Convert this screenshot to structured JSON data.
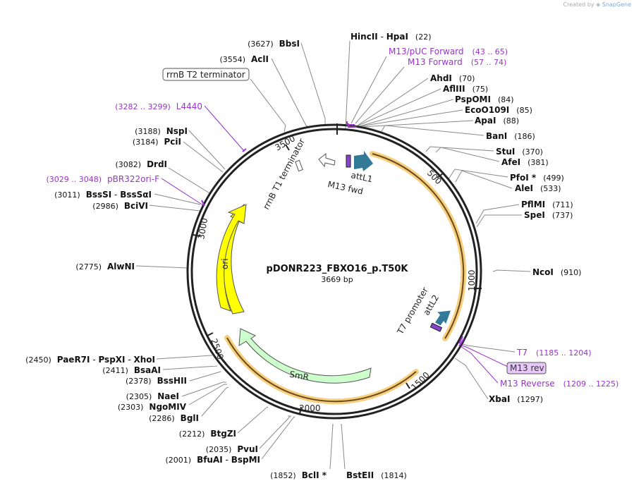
{
  "brand": {
    "created_by": "Created by",
    "app": "SnapGene"
  },
  "plasmid": {
    "name": "pDONR223_FBXO16_p.T50K",
    "size_label": "3669 bp",
    "length": 3669
  },
  "colors": {
    "backbone": "#222222",
    "leader": "#888888",
    "primer": "#9933cc",
    "ori": "#ffff00",
    "smr": "#ccffcc",
    "att": "#337a99",
    "orange_box": "#f0a000"
  },
  "ticks": [
    "500",
    "1000",
    "1500",
    "2000",
    "2500",
    "3000",
    "3500"
  ],
  "features": {
    "rrnb_t1_label": "rrnB T1 terminator",
    "attl1_label": "attL1",
    "m13fwd_label": "M13 fwd",
    "ori_label": "ori",
    "smr_label": "SmR",
    "t7_label": "T7 promoter",
    "attl2_label": "attL2"
  },
  "sites": [
    {
      "id": "hincii",
      "name": "HincII",
      "name2": "HpaI",
      "pos": "(22)"
    },
    {
      "id": "m13puc",
      "name": "M13/pUC Forward",
      "pos": "(43 .. 65)",
      "primer": true
    },
    {
      "id": "m13fwd",
      "name": "M13 Forward",
      "pos": "(57 .. 74)",
      "primer": true
    },
    {
      "id": "ahdi",
      "name": "AhdI",
      "pos": "(70)"
    },
    {
      "id": "aflIII",
      "name": "AflIII",
      "pos": "(75)"
    },
    {
      "id": "pspomi",
      "name": "PspOMI",
      "pos": "(84)"
    },
    {
      "id": "eco109",
      "name": "EcoO109I",
      "pos": "(85)"
    },
    {
      "id": "apai",
      "name": "ApaI",
      "pos": "(88)"
    },
    {
      "id": "bani",
      "name": "BanI",
      "pos": "(186)"
    },
    {
      "id": "stui",
      "name": "StuI",
      "pos": "(370)"
    },
    {
      "id": "afei",
      "name": "AfeI",
      "pos": "(381)"
    },
    {
      "id": "pfoi",
      "name": "PfoI *",
      "pos": "(499)"
    },
    {
      "id": "alei",
      "name": "AleI",
      "pos": "(533)"
    },
    {
      "id": "pflmi",
      "name": "PflMI",
      "pos": "(711)"
    },
    {
      "id": "spei",
      "name": "SpeI",
      "pos": "(737)"
    },
    {
      "id": "ncoi",
      "name": "NcoI",
      "pos": "(910)"
    },
    {
      "id": "t7",
      "name": "T7",
      "pos": "(1185 .. 1204)",
      "primer": true
    },
    {
      "id": "m13rev",
      "name": "M13 rev",
      "primer": true
    },
    {
      "id": "m13reverse",
      "name": "M13 Reverse",
      "pos": "(1209 .. 1225)",
      "primer": true
    },
    {
      "id": "xbai",
      "name": "XbaI",
      "pos": "(1297)"
    },
    {
      "id": "bstEII",
      "name": "BstEII",
      "pos": "(1814)"
    },
    {
      "id": "bcli",
      "name": "BclI *",
      "pos": "(1852)"
    },
    {
      "id": "bfuai",
      "name": "BfuAI",
      "name2": "BspMI",
      "pos": "(2001)"
    },
    {
      "id": "pvui",
      "name": "PvuI",
      "pos": "(2035)"
    },
    {
      "id": "btgzi",
      "name": "BtgZI",
      "pos": "(2212)"
    },
    {
      "id": "bgli",
      "name": "BglI",
      "pos": "(2286)"
    },
    {
      "id": "ngomiv",
      "name": "NgoMIV",
      "pos": "(2303)"
    },
    {
      "id": "naei",
      "name": "NaeI",
      "pos": "(2305)"
    },
    {
      "id": "bsshii",
      "name": "BssHII",
      "pos": "(2378)"
    },
    {
      "id": "bsaai",
      "name": "BsaAI",
      "pos": "(2411)"
    },
    {
      "id": "paer7i",
      "name": "PaeR7I",
      "name2": "PspXI",
      "name3": "XhoI",
      "pos": "(2450)"
    },
    {
      "id": "alwni",
      "name": "AlwNI",
      "pos": "(2775)"
    },
    {
      "id": "bcivi",
      "name": "BciVI",
      "pos": "(2986)"
    },
    {
      "id": "bsssi",
      "name": "BssSI",
      "name2": "BssSαI",
      "pos": "(3011)"
    },
    {
      "id": "pbr322",
      "name": "pBR322ori-F",
      "pos": "(3029 .. 3048)",
      "primer": true
    },
    {
      "id": "drdi",
      "name": "DrdI",
      "pos": "(3082)"
    },
    {
      "id": "pcii",
      "name": "PciI",
      "pos": "(3184)"
    },
    {
      "id": "nspi",
      "name": "NspI",
      "pos": "(3188)"
    },
    {
      "id": "l4440",
      "name": "L4440",
      "pos": "(3282 .. 3299)",
      "primer": true
    },
    {
      "id": "rrnbt2",
      "name": "rrnB T2 terminator"
    },
    {
      "id": "acli",
      "name": "AclI",
      "pos": "(3554)"
    },
    {
      "id": "bbsi",
      "name": "BbsI",
      "pos": "(3627)"
    }
  ]
}
